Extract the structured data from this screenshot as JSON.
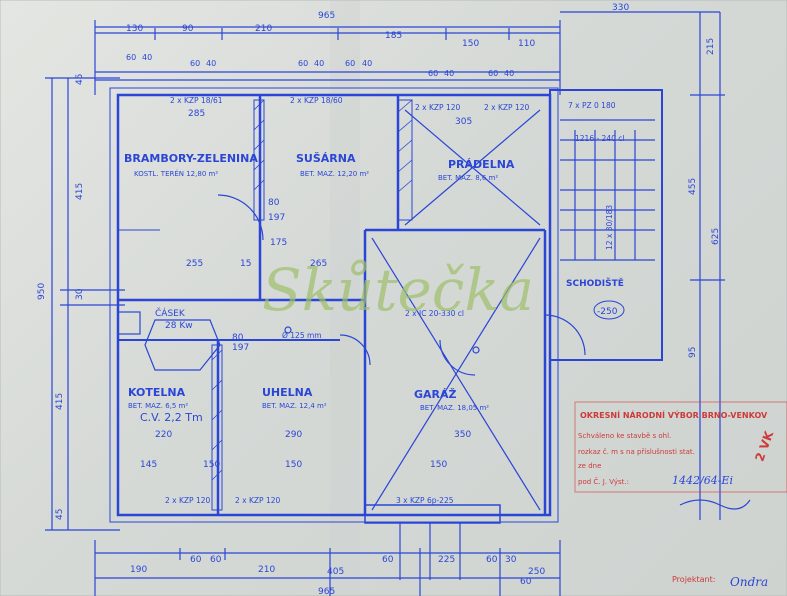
{
  "diagram": {
    "dimensions": {
      "top_total": "965",
      "top_segments": [
        "130",
        "90",
        "210",
        "185",
        "150",
        "110"
      ],
      "top_right": "330",
      "top_small": [
        "60",
        "40",
        "60",
        "40",
        "60",
        "40",
        "60",
        "40",
        "60",
        "40",
        "60",
        "40"
      ],
      "left_total": "950",
      "left_segments": [
        "45",
        "415",
        "30",
        "415",
        "45"
      ],
      "right_dims": [
        "215",
        "455",
        "625",
        "95"
      ],
      "bottom_total": "965",
      "bottom_segments": [
        "190",
        "60",
        "60",
        "210",
        "405",
        "60",
        "225",
        "60",
        "30",
        "250",
        "60"
      ]
    },
    "rooms": [
      {
        "name": "BRAMBORY-ZELENINA",
        "note": "KOSTL. TERÉN  12,80 m²"
      },
      {
        "name": "SUŠÁRNA",
        "note": "BET. MAZ. 12,20 m²"
      },
      {
        "name": "PRÁDELNA",
        "note": "BET. MAZ. 8,6 m²"
      },
      {
        "name": "SCHODIŠTĚ",
        "note": ""
      },
      {
        "name": "KOTELNA",
        "note": "BET. MAZ. 6,5 m²"
      },
      {
        "name": "UHELNA",
        "note": "BET. MAZ. 12,4 m²"
      },
      {
        "name": "GARÁŽ",
        "note": "BET. MAZ. 18,05 m²"
      },
      {
        "name": "ČÁSEK",
        "note": "28 Kw"
      }
    ],
    "labels": {
      "cv": "C.V. 2,2 Tm",
      "level": "-250",
      "win_1": "2 x KZP 18/61",
      "win_2": "2 x KZP 18/60",
      "win_3": "2 x KZP 120",
      "win_4": "2 x KZP 120",
      "win_5": "2 x IC 20-330 cl",
      "win_6": "2 x KZP 120",
      "win_7": "2 x KZP 120",
      "win_8": "3 x KZP 6p-225",
      "chimney": "Ø 125 mm",
      "stairs_1": "7 x PZ 0 180",
      "stairs_2": "1216 - 240 cl",
      "stairs_3": "12 x 30/183",
      "dims_inner": [
        "285",
        "305",
        "255",
        "265",
        "290",
        "350",
        "220",
        "150",
        "145",
        "150",
        "150",
        "80",
        "197",
        "80",
        "197",
        "15",
        "175"
      ]
    },
    "stamp": {
      "title": "OKRESNÍ NÁRODNÍ VÝBOR BRNO-VENKOV",
      "line1": "Schváleno ke stavbě s ohl.",
      "line2": "rozkaz  č. m  s  na  příslušnosti  stat.",
      "line3": "ze dne",
      "line4": "pod Č. J. Výst.:",
      "number": "1442/64-Ei",
      "side": "2 VK"
    },
    "watermark": "Skůtečka",
    "projektant": "Projektant:",
    "signature": "Ondra"
  }
}
